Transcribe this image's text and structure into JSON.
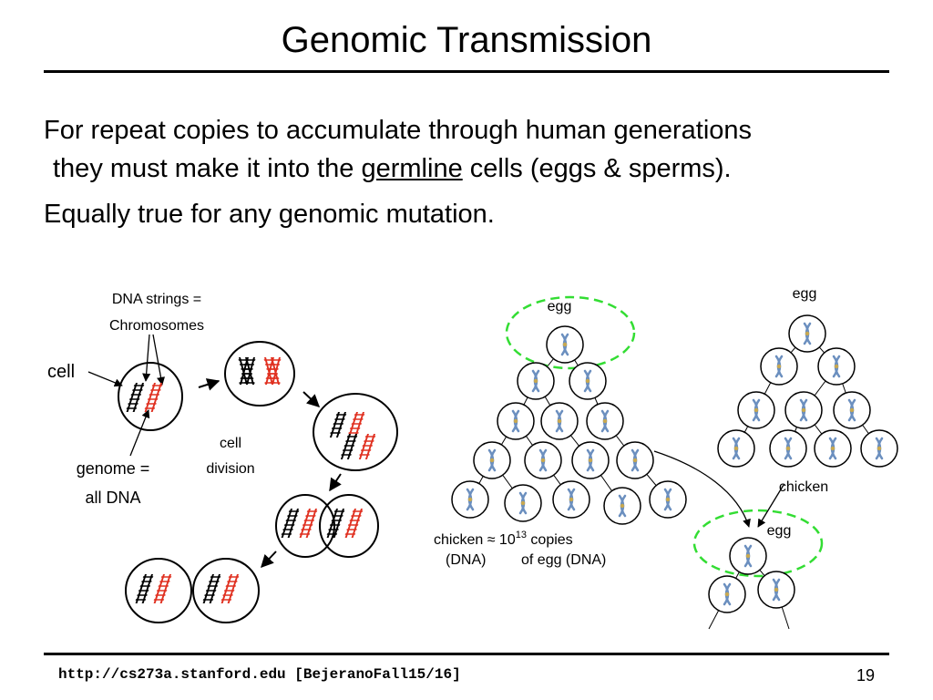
{
  "slide": {
    "title": "Genomic Transmission",
    "line1": "For repeat copies to accumulate through human generations",
    "line2_pre": "they must make it into the ",
    "line2_link": "germline",
    "line2_post": " cells (eggs & sperms).",
    "line3": "Equally true for any genomic mutation."
  },
  "left_diagram": {
    "dna_label_1": "DNA strings =",
    "dna_label_2": "Chromosomes",
    "cell_label": "cell",
    "genome_label_1": "genome =",
    "genome_label_2": "all DNA",
    "division_label_1": "cell",
    "division_label_2": "division",
    "dna_black": "#000000",
    "dna_red": "#e03020"
  },
  "right_diagram": {
    "egg_label_1": "egg",
    "egg_label_2": "egg",
    "egg_label_3": "egg",
    "chicken_label": "chicken",
    "copies_1": "chicken ≈ 10",
    "copies_exp": "13",
    "copies_2": " copies",
    "copies_3": "(DNA)",
    "copies_4": "of egg (DNA)",
    "highlight_color": "#33dd33",
    "chromosome_color": "#6b8fbf"
  },
  "footer": {
    "url": "http://cs273a.stanford.edu [BejeranoFall15/16]",
    "page": "19"
  }
}
